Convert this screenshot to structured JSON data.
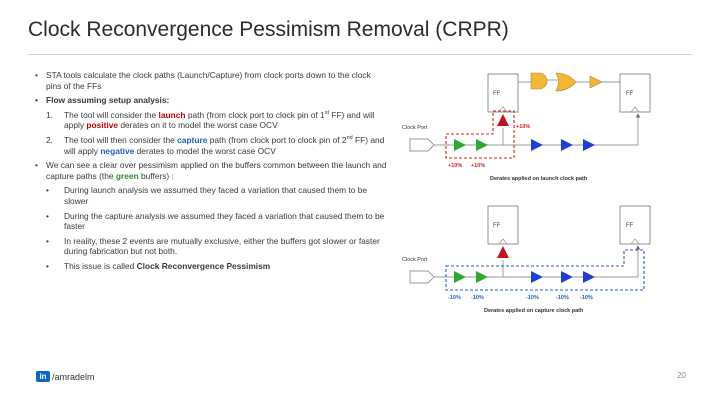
{
  "title": "Clock Reconvergence Pessimism Removal (CRPR)",
  "bullets": {
    "b1": "STA tools calculate the clock paths (Launch/Capture) from clock ports down to the clock pins of the FFs",
    "b2": "Flow assuming setup analysis:",
    "n1": {
      "num": "1.",
      "t1": "The tool will consider the ",
      "k1": "launch",
      "t2": " path (from clock port to clock pin of 1",
      "sup": "st",
      "t3": " FF) and will apply ",
      "k2": "positive",
      "t4": " derates on it to model the worst case OCV"
    },
    "n2": {
      "num": "2.",
      "t1": "The tool will then consider the ",
      "k1": "capture",
      "t2": " path (from clock port to clock pin of 2",
      "sup": "nd",
      "t3": " FF) and will apply ",
      "k2": "negative",
      "t4": " derates to model the worst case OCV"
    },
    "b3": {
      "t1": "We can see a clear over pessimism applied on the buffers common between the launch and capture paths (the ",
      "k1": "green",
      "t2": " buffers) :"
    },
    "s1": "During launch analysis we assumed they faced a variation that caused them to be slower",
    "s2": "During the capture analysis we assumed they faced a variation that caused them to be faster",
    "s3": "In reality, these 2 events are mutually exclusive, either the buffers got slower or faster during fabrication but not both.",
    "s4": {
      "t1": "This issue is called ",
      "k1": "Clock Reconvergence Pessimism"
    }
  },
  "diagram": {
    "ff_label": "FF",
    "clock_port": "Clock Port",
    "launch_positive": "+10%",
    "launch_caption": "Derates applied on launch clock path",
    "capture_negative": "-10%",
    "capture_caption": "Derates applied on capture clock path"
  },
  "footer": {
    "logo": "in",
    "handle": "/amradelm",
    "page": "20"
  },
  "colors": {
    "green_buffer": "#2ea82e",
    "blue_buffer": "#1f3fd0",
    "red_buffer": "#c0141c",
    "gate_fill": "#f2b735",
    "derate_red": "#d42020",
    "derate_blue": "#1f5fbf"
  }
}
